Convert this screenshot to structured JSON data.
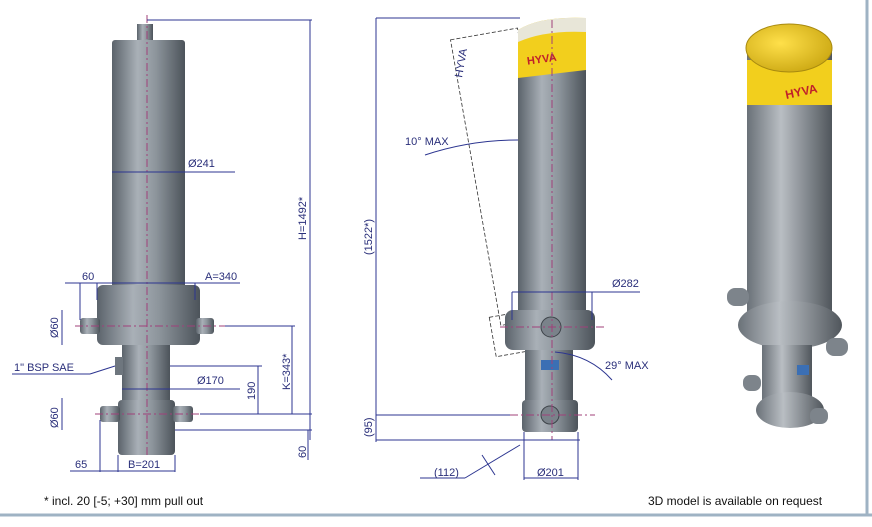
{
  "front_view": {
    "diameter_barrel": "Ø241",
    "pin_offset": "60",
    "dim_a": "A=340",
    "upper_pin_diameter": "Ø60",
    "port_label": "1\" BSP SAE",
    "diameter_lower": "Ø170",
    "dim_190": "190",
    "dim_k": "K=343*",
    "dim_h": "H=1492*",
    "lower_pin_diameter": "Ø60",
    "dim_bottom_60": "60",
    "dim_65": "65",
    "dim_b": "B=201"
  },
  "side_view": {
    "brand": "HYVA",
    "tilt_angle": "10° MAX",
    "height": "(1522*)",
    "diameter_collar": "Ø282",
    "swing_angle": "29° MAX",
    "dim_95": "(95)",
    "dim_112": "(112)",
    "diameter_base": "Ø201"
  },
  "model_view": {
    "brand": "HYVA"
  },
  "footer": {
    "pullout_note": "* incl. 20 [-5; +30] mm pull out",
    "model_note": "3D model is available on request"
  },
  "colors": {
    "dimension": "#2c3590",
    "steel": "#8e969e",
    "cap_yellow": "#f2cf1d",
    "centerline": "#a0407a"
  }
}
